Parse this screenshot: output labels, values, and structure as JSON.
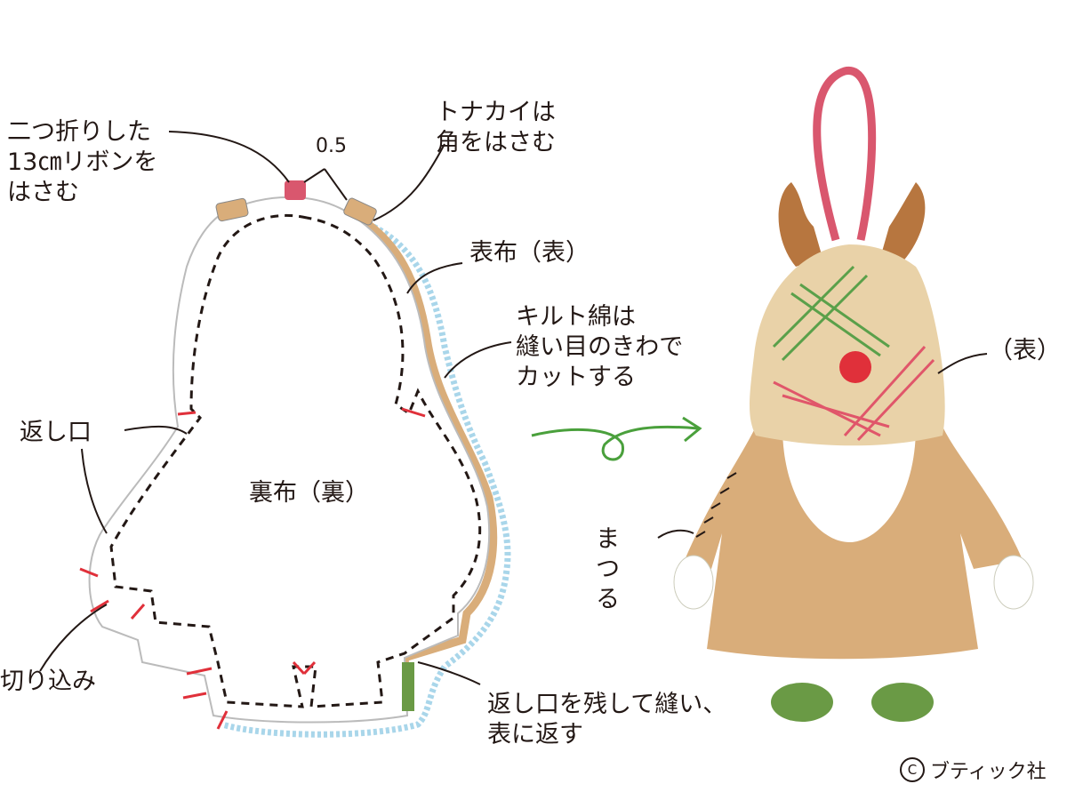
{
  "labels": {
    "ribbon": [
      "二つ折りした",
      "13㎝リボンを",
      "はさむ"
    ],
    "seam_allowance": "0.5",
    "antlers": [
      "トナカイは",
      "角をはさむ"
    ],
    "outer_fabric": "表布（表）",
    "batting": [
      "キルト綿は",
      "縫い目のきわで",
      "カットする"
    ],
    "return_opening": "返し口",
    "lining": "裏布（裏）",
    "notch": "切り込み",
    "sew": [
      "返し口を残して縫い、",
      "表に返す"
    ],
    "front": "（表）",
    "slipstitch": [
      "ま",
      "つ",
      "る"
    ]
  },
  "copyright": {
    "symbol": "C",
    "text": "ブティック社"
  },
  "colors": {
    "tan": "#d9ad7a",
    "blue": "#a9d6ea",
    "red": "#e0303a",
    "green": "#4aa03c",
    "ribbon": "#d9576e",
    "boot": "#6a9a45",
    "antler": "#b7763f"
  }
}
